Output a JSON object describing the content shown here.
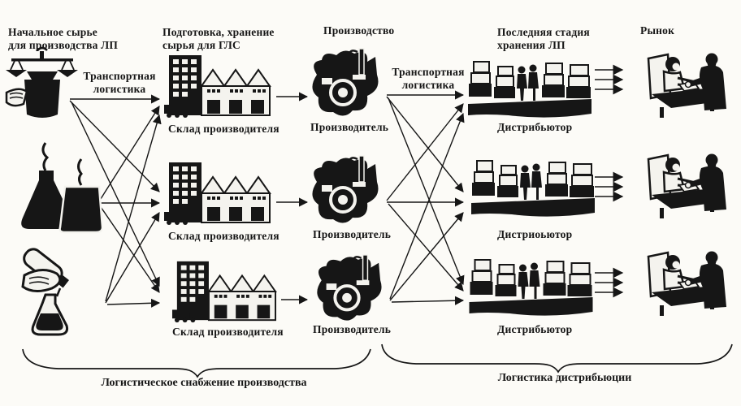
{
  "colors": {
    "ink": "#161616",
    "paper": "#fcfbf7"
  },
  "headers": {
    "raw_source": {
      "line1": "Начальное сырье",
      "line2": "для производства ЛП"
    },
    "preparation": {
      "line1": "Подготовка, хранение",
      "line2": "сырья для ГЛС"
    },
    "production": "Производство",
    "final_storage": {
      "line1": "Последняя стадия",
      "line2": "хранения ЛП"
    },
    "market": "Рынок"
  },
  "transport": {
    "left": {
      "line1": "Транспортная",
      "line2": "логистика"
    },
    "right": {
      "line1": "Транспортная",
      "line2": "логистика"
    }
  },
  "rows": [
    {
      "warehouse": "Склад производителя",
      "producer": "Производитель",
      "distributor": "Дистрибьютор"
    },
    {
      "warehouse": "Склад производителя",
      "producer": "Производитель",
      "distributor": "Дистриоьютор"
    },
    {
      "warehouse": "Склад производителя",
      "producer": "Производитель",
      "distributor": "Дистрибьютор"
    }
  ],
  "braces": {
    "supply": "Логистическое снабжение производства",
    "distribution": "Логистика дистрибьюции"
  },
  "icons": {
    "row1_raw": "balance-scale-pot-icon",
    "row2_raw": "smoking-flasks-icon",
    "row3_raw": "pouring-bottle-flask-icon",
    "warehouse": "factory-warehouse-icon",
    "producer": "production-machine-icon",
    "distributor": "box-stacks-people-icon",
    "market": "pharmacy-counter-icon"
  }
}
